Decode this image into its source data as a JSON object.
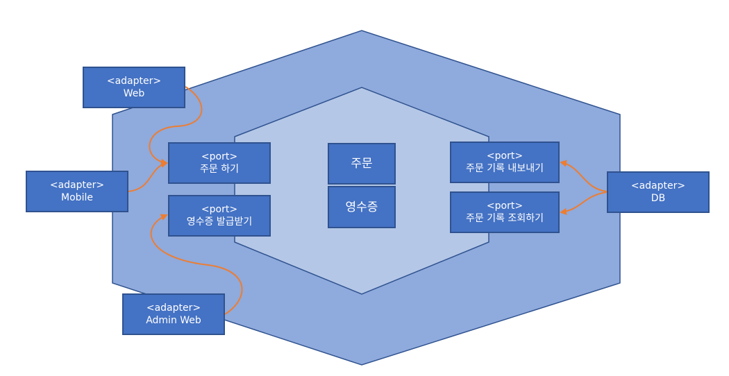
{
  "diagram": {
    "colors": {
      "outer_hexagon": "#8faadc",
      "inner_hexagon": "#b4c7e7",
      "hexagon_stroke": "#2f528f",
      "box_fill": "#4472c4",
      "box_stroke": "#2f528f",
      "connector": "#ed7d31",
      "text": "#ffffff"
    },
    "adapters": {
      "web": {
        "stereotype": "<adapter>",
        "name": "Web"
      },
      "mobile": {
        "stereotype": "<adapter>",
        "name": "Mobile"
      },
      "admin": {
        "stereotype": "<adapter>",
        "name": "Admin Web"
      },
      "db": {
        "stereotype": "<adapter>",
        "name": "DB"
      }
    },
    "ports": {
      "order": {
        "stereotype": "<port>",
        "name": "주문 하기"
      },
      "receipt": {
        "stereotype": "<port>",
        "name": "영수증 발급받기"
      },
      "export": {
        "stereotype": "<port>",
        "name": "주문 기록 내보내기"
      },
      "query": {
        "stereotype": "<port>",
        "name": "주문 기록 조회하기"
      }
    },
    "domain": {
      "order": "주문",
      "receipt": "영수증"
    },
    "connections": [
      {
        "from": "adapter.web",
        "to": "port.order"
      },
      {
        "from": "adapter.mobile",
        "to": "port.order"
      },
      {
        "from": "adapter.admin",
        "to": "port.receipt"
      },
      {
        "from": "adapter.db",
        "to": "port.export"
      },
      {
        "from": "adapter.db",
        "to": "port.query"
      }
    ]
  }
}
